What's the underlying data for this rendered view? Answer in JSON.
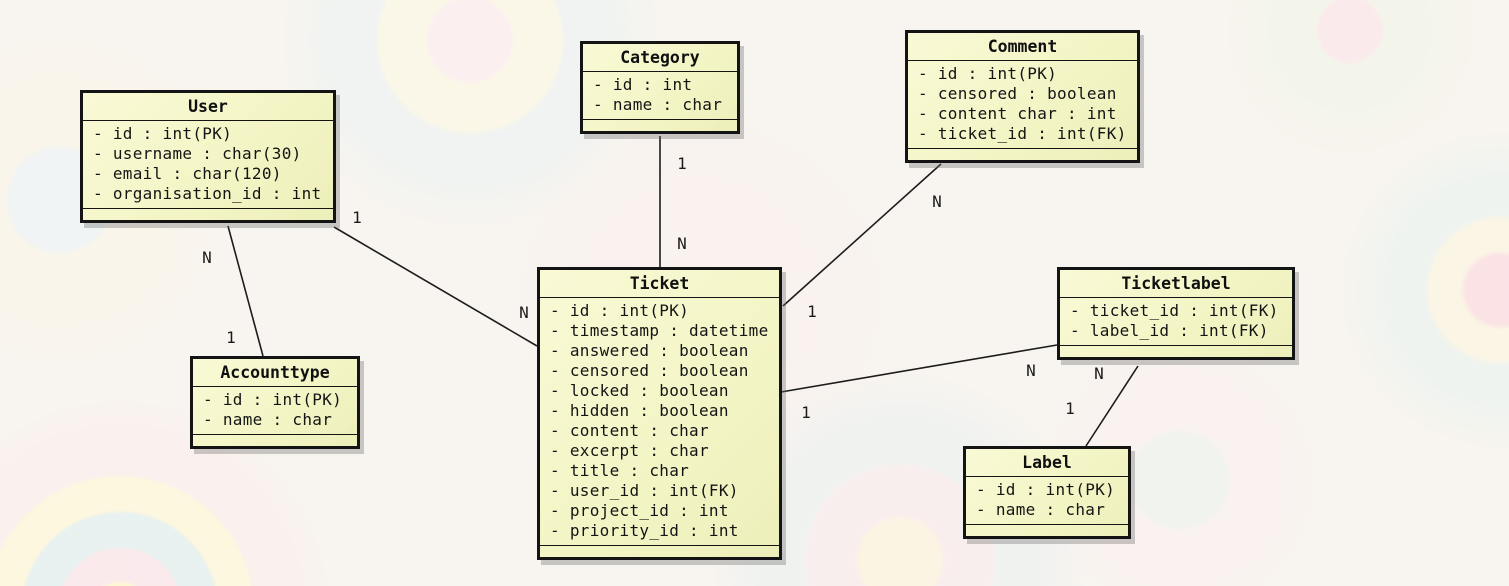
{
  "diagram": {
    "kind": "entity-relationship-diagram",
    "colors": {
      "entity_fill": "#f4f5c6",
      "entity_border": "#141414",
      "line": "#1c1c1c",
      "text": "#141414",
      "background": "#f8f4ef"
    },
    "entities": [
      {
        "name": "User",
        "fields": [
          "- id : int(PK)",
          "- username : char(30)",
          "- email : char(120)",
          "- organisation_id : int"
        ]
      },
      {
        "name": "Category",
        "fields": [
          "- id : int",
          "- name : char"
        ]
      },
      {
        "name": "Comment",
        "fields": [
          "- id : int(PK)",
          "- censored : boolean",
          "- content char : int",
          "- ticket_id : int(FK)"
        ]
      },
      {
        "name": "Ticket",
        "fields": [
          "- id : int(PK)",
          "- timestamp : datetime",
          "- answered : boolean",
          "- censored : boolean",
          "- locked : boolean",
          "- hidden : boolean",
          "- content : char",
          "- excerpt : char",
          "- title : char",
          "- user_id : int(FK)",
          "- project_id : int",
          "- priority_id : int"
        ]
      },
      {
        "name": "Ticketlabel",
        "fields": [
          "- ticket_id : int(FK)",
          "- label_id : int(FK)"
        ]
      },
      {
        "name": "Accounttype",
        "fields": [
          "- id : int(PK)",
          "- name : char"
        ]
      },
      {
        "name": "Label",
        "fields": [
          "- id : int(PK)",
          "- name : char"
        ]
      }
    ],
    "relationships": [
      {
        "from": "User",
        "to": "Accounttype",
        "from_card": "N",
        "to_card": "1"
      },
      {
        "from": "User",
        "to": "Ticket",
        "from_card": "1",
        "to_card": "N"
      },
      {
        "from": "Category",
        "to": "Ticket",
        "from_card": "1",
        "to_card": "N"
      },
      {
        "from": "Comment",
        "to": "Ticket",
        "from_card": "N",
        "to_card": "1"
      },
      {
        "from": "Ticket",
        "to": "Ticketlabel",
        "from_card": "1",
        "to_card": "N"
      },
      {
        "from": "Ticketlabel",
        "to": "Label",
        "from_card": "N",
        "to_card": "1"
      }
    ]
  }
}
